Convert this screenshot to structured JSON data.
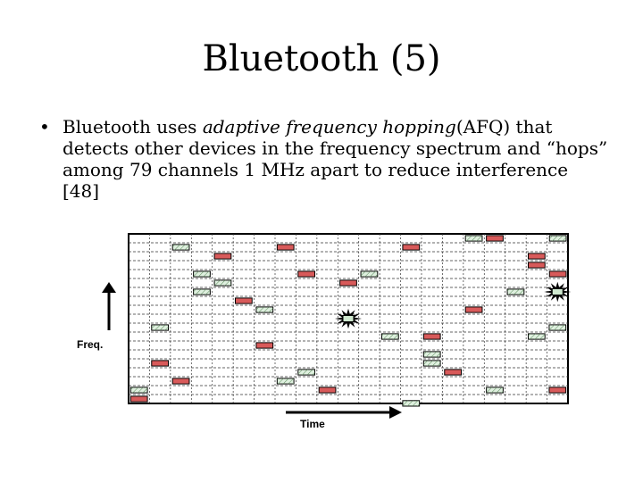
{
  "slide": {
    "title": "Bluetooth (5)",
    "bullet_symbol": "•",
    "bullet": {
      "text_before": "Bluetooth uses ",
      "text_italic": "adaptive frequency hopping",
      "text_after": "(AFQ) that detects other devices in the frequency spectrum and “hops” among 79 channels 1 MHz apart to reduce interference [48]"
    }
  },
  "diagram": {
    "freq_label": "Freq.",
    "time_label": "Time",
    "colors": {
      "hop_fill": "#d85a5a",
      "other_fill": "#dff0df",
      "collision": "#000000"
    },
    "grid": {
      "columns": 21,
      "rows": 19
    },
    "hop_slots": [
      {
        "col": 0,
        "row": 18
      },
      {
        "col": 1,
        "row": 14
      },
      {
        "col": 2,
        "row": 16
      },
      {
        "col": 4,
        "row": 2
      },
      {
        "col": 5,
        "row": 7
      },
      {
        "col": 6,
        "row": 12
      },
      {
        "col": 7,
        "row": 1
      },
      {
        "col": 8,
        "row": 4
      },
      {
        "col": 9,
        "row": 17
      },
      {
        "col": 10,
        "row": 5
      },
      {
        "col": 13,
        "row": 1
      },
      {
        "col": 14,
        "row": 11
      },
      {
        "col": 15,
        "row": 15
      },
      {
        "col": 17,
        "row": 0
      },
      {
        "col": 19,
        "row": 2
      },
      {
        "col": 20,
        "row": 17
      },
      {
        "col": 21,
        "row": 4
      },
      {
        "col": 16,
        "row": 8
      },
      {
        "col": 19,
        "row": 3
      }
    ],
    "other_slots": [
      {
        "col": 0,
        "row": 17
      },
      {
        "col": 1,
        "row": 10
      },
      {
        "col": 2,
        "row": 1
      },
      {
        "col": 3,
        "row": 6
      },
      {
        "col": 3,
        "row": 4
      },
      {
        "col": 4,
        "row": 5
      },
      {
        "col": 6,
        "row": 8
      },
      {
        "col": 8,
        "row": 15
      },
      {
        "col": 7,
        "row": 16
      },
      {
        "col": 11,
        "row": 4
      },
      {
        "col": 12,
        "row": 11
      },
      {
        "col": 14,
        "row": 13
      },
      {
        "col": 14,
        "row": 14
      },
      {
        "col": 16,
        "row": 0
      },
      {
        "col": 17,
        "row": 17
      },
      {
        "col": 18,
        "row": 6
      },
      {
        "col": 19,
        "row": 11
      },
      {
        "col": 20,
        "row": 10
      },
      {
        "col": 21,
        "row": 0
      },
      {
        "col": 13,
        "row": 19
      }
    ],
    "collisions": [
      {
        "col": 10,
        "row": 9
      },
      {
        "col": 20,
        "row": 6
      }
    ]
  }
}
